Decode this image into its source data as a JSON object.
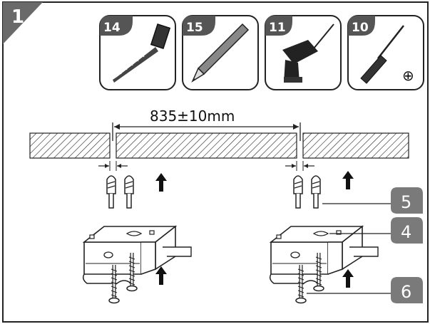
{
  "step": {
    "number": "1"
  },
  "tools": [
    {
      "number": "14",
      "icon": "tape-measure-icon"
    },
    {
      "number": "15",
      "icon": "pencil-icon"
    },
    {
      "number": "11",
      "icon": "drill-icon"
    },
    {
      "number": "10",
      "icon": "screwdriver-icon"
    }
  ],
  "screwdriver_tip": "⊕",
  "dimension": {
    "label": "835±10mm"
  },
  "callouts": [
    {
      "number": "5",
      "part": "wall-plug"
    },
    {
      "number": "4",
      "part": "mounting-bracket"
    },
    {
      "number": "6",
      "part": "screw"
    }
  ],
  "colors": {
    "step_badge": "#6a6a6a",
    "tool_badge": "#555555",
    "callout_badge": "#7a7a7a",
    "line": "#111111"
  }
}
